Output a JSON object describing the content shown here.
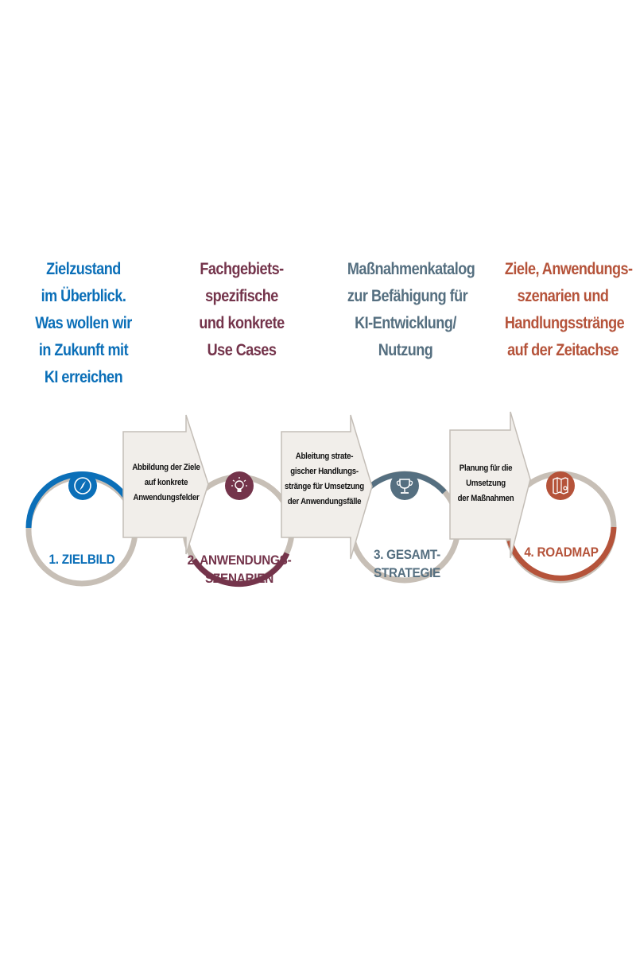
{
  "colors": {
    "blue": "#0b6fb8",
    "plum": "#74344b",
    "slate": "#556f80",
    "rust": "#b5533a",
    "ring_grey": "#c7bfb6",
    "arrow_fill": "#f1eeea",
    "arrow_stroke": "#c4beb7"
  },
  "descriptions": [
    {
      "lines": [
        "Zielzustand",
        "im Überblick.",
        "Was wollen wir",
        "in Zukunft mit",
        "KI erreichen"
      ]
    },
    {
      "lines": [
        "Fachgebiets-",
        "spezifische",
        "und konkrete",
        "Use Cases"
      ]
    },
    {
      "lines": [
        "Maßnahmenkatalog",
        "zur Befähigung für",
        "KI-Entwicklung/",
        "Nutzung"
      ]
    },
    {
      "lines": [
        "Ziele, Anwendungs-",
        "szenarien und",
        "Handlungsstränge",
        "auf der Zeitachse"
      ]
    }
  ],
  "stages": [
    {
      "title_lines": [
        "1. ZIELBILD"
      ],
      "icon": "compass-icon"
    },
    {
      "title_lines": [
        "2. ANWENDUNGS-",
        "SZENARIEN"
      ],
      "icon": "lightbulb-icon"
    },
    {
      "title_lines": [
        "3. GESAMT-",
        "STRATEGIE"
      ],
      "icon": "trophy-icon"
    },
    {
      "title_lines": [
        "4. ROADMAP"
      ],
      "icon": "map-icon"
    }
  ],
  "arrows": [
    {
      "lines": [
        "Abbildung der Ziele",
        "auf konkrete",
        "Anwendungsfelder"
      ]
    },
    {
      "lines": [
        "Ableitung strate-",
        "gischer Handlungs-",
        "stränge für Umsetzung",
        "der Anwendungsfälle"
      ]
    },
    {
      "lines": [
        "Planung für die",
        "Umsetzung",
        "der Maßnahmen"
      ]
    }
  ]
}
